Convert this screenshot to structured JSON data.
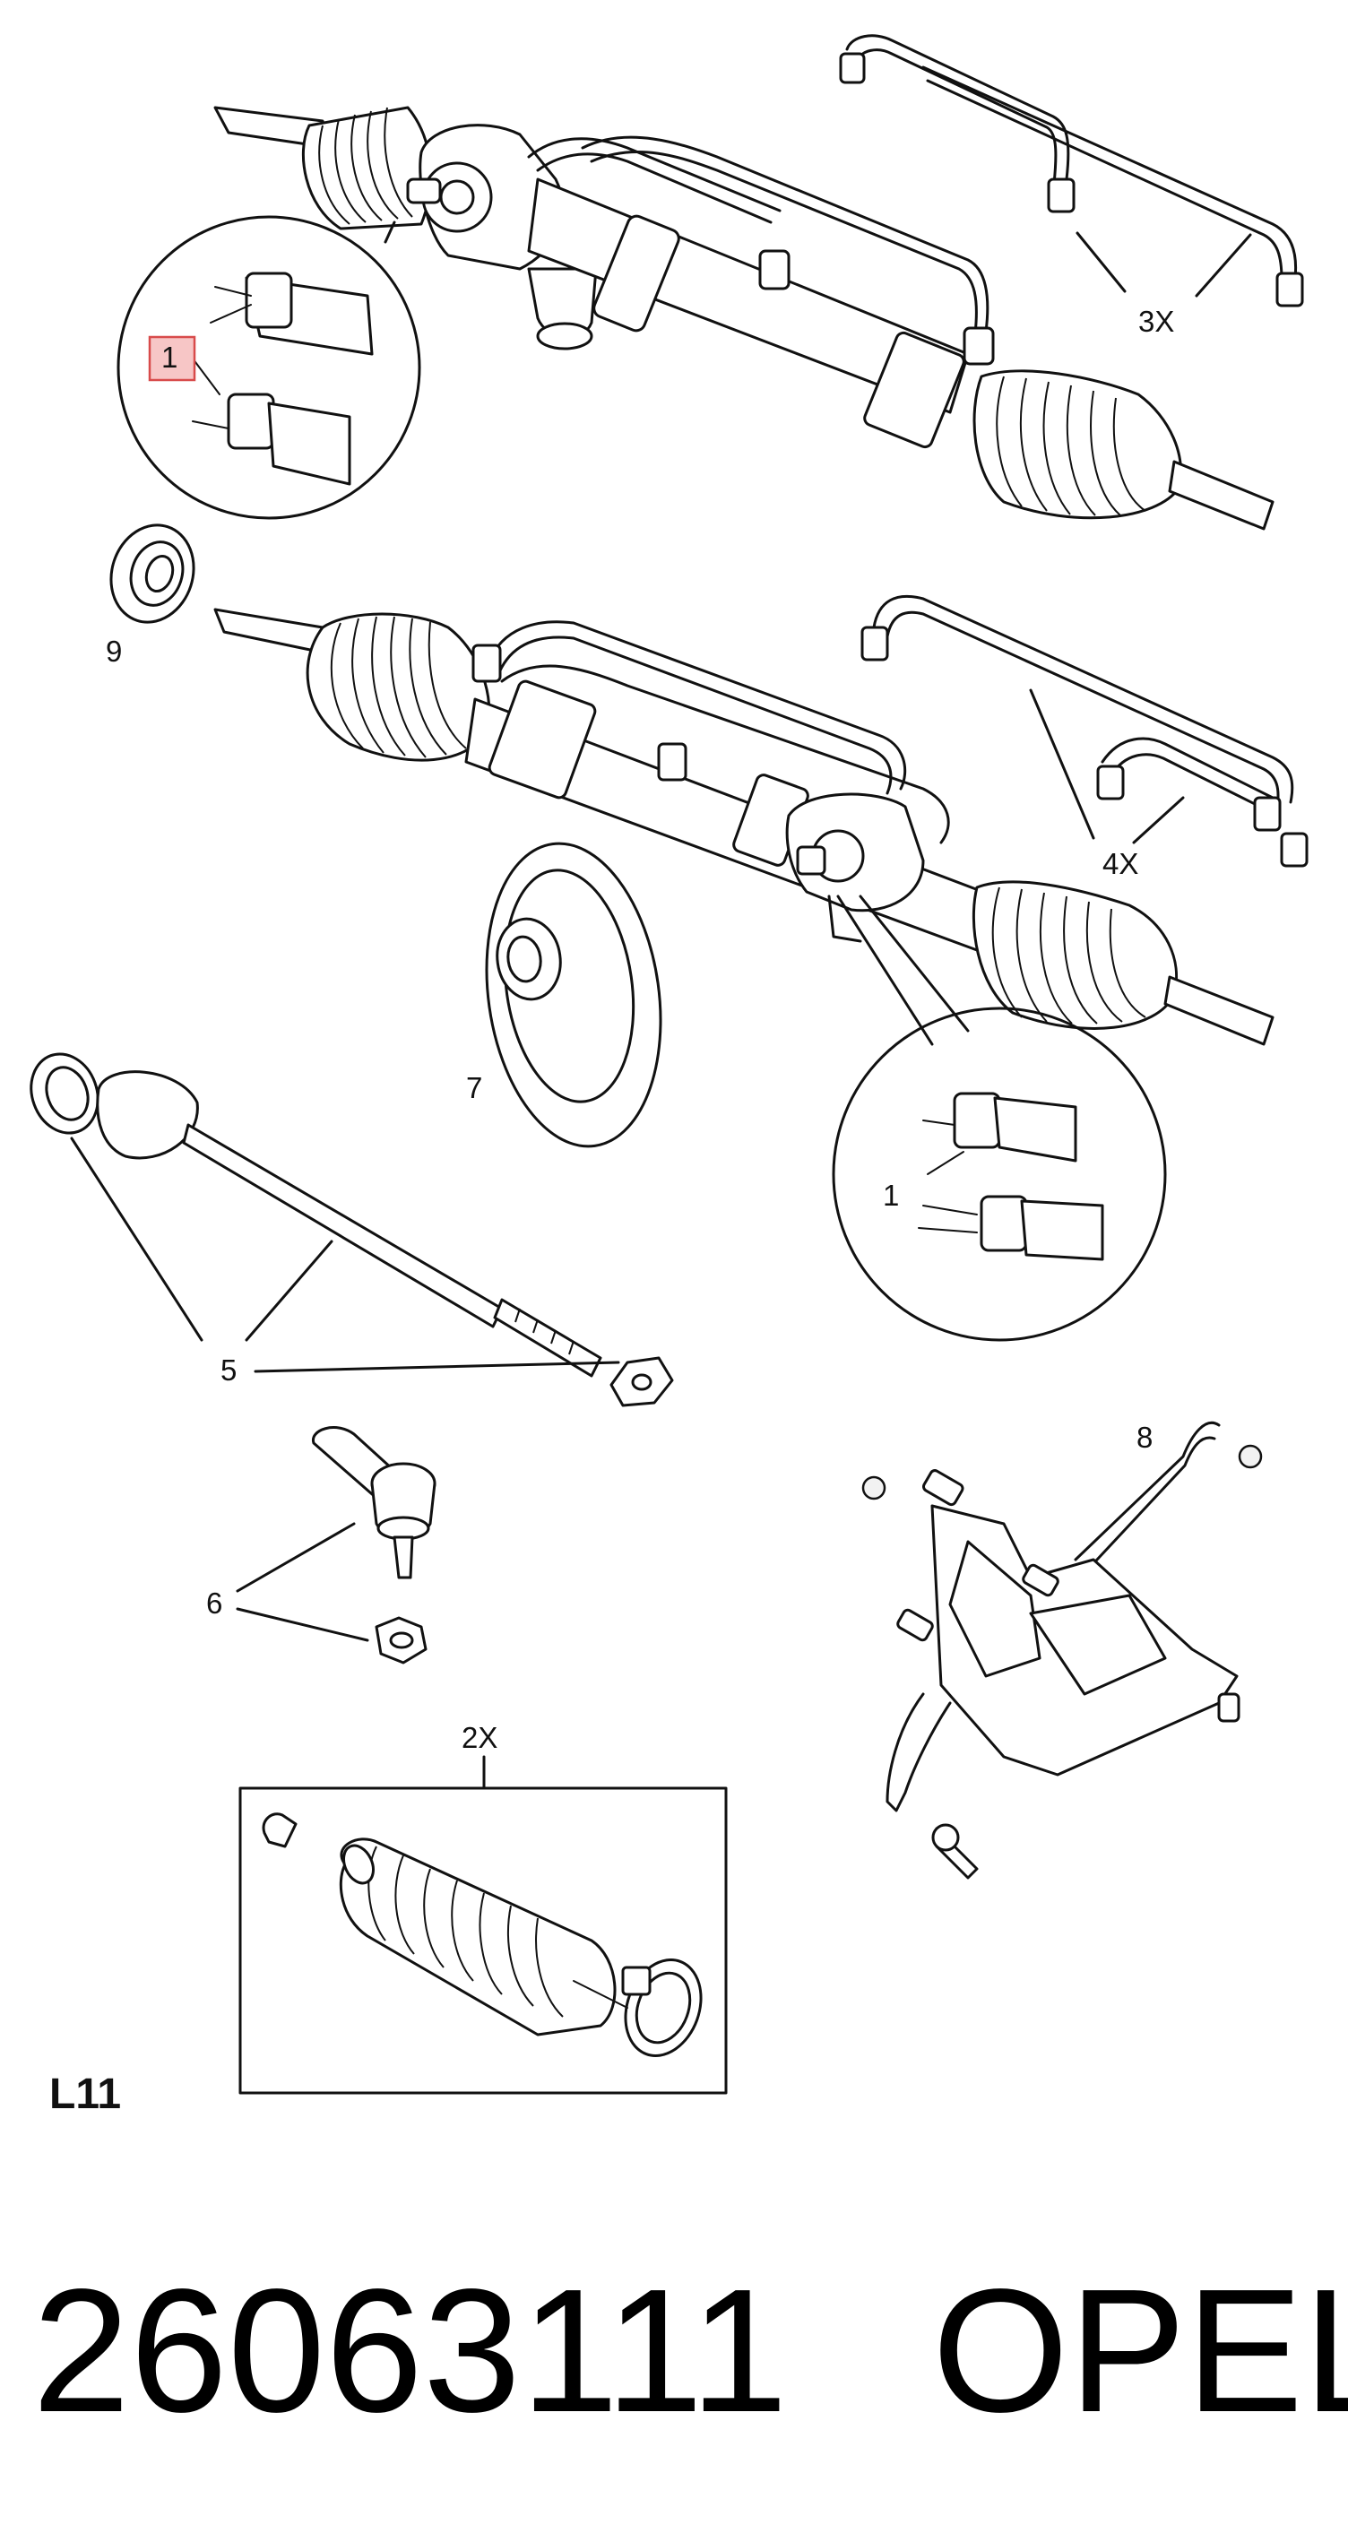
{
  "labels": {
    "callout_1_top": "1",
    "callout_3x": "3X",
    "callout_9": "9",
    "callout_4x": "4X",
    "callout_7": "7",
    "callout_1_lower": "1",
    "callout_5": "5",
    "callout_8": "8",
    "callout_6": "6",
    "callout_2x": "2X"
  },
  "diagram_code": "L11",
  "footer": {
    "part_number": "26063111",
    "brand": "OPEL"
  },
  "colors": {
    "line": "#111111",
    "highlight_fill": "#f7c6c6",
    "highlight_stroke": "#d84b4b"
  }
}
